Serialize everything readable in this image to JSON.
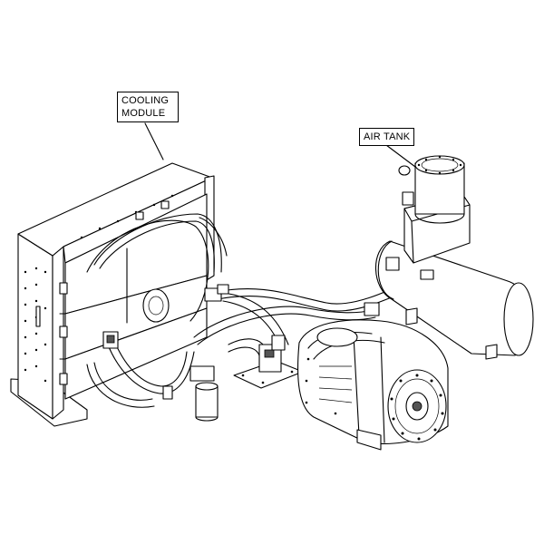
{
  "labels": {
    "cooling_module": [
      "COOLING",
      "MODULE"
    ],
    "air_tank": "AIR TANK"
  },
  "colors": {
    "line": "#000000",
    "background": "#ffffff"
  }
}
